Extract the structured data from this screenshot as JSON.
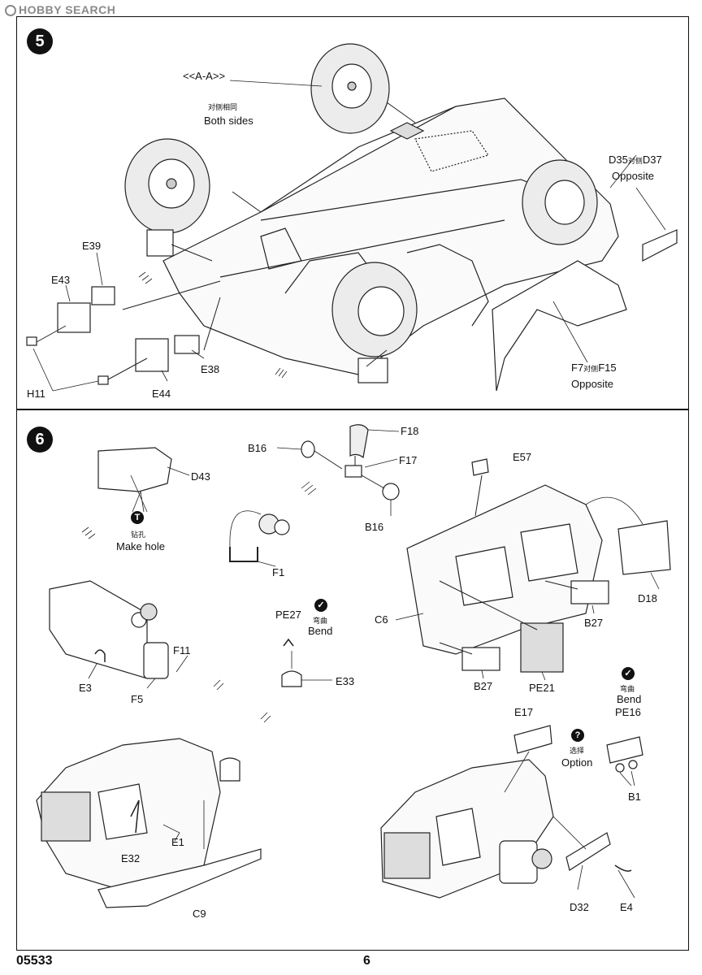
{
  "watermark": "HOBBY SEARCH",
  "footer": {
    "code": "05533",
    "page": "6"
  },
  "step5": {
    "number": "5",
    "section_label": "<<A-A>>",
    "both_sides_cn": "对侧相同",
    "both_sides_en": "Both sides",
    "d35_code": "D35",
    "d35_cn": "对侧",
    "d35_code2": "D37",
    "d35_en": "Opposite",
    "f7_code": "F7",
    "f7_cn": "对侧",
    "f7_code2": "F15",
    "f7_en": "Opposite",
    "parts": [
      "E39",
      "E43",
      "E38",
      "E44",
      "H11"
    ]
  },
  "step6": {
    "number": "6",
    "make_hole_cn": "钻孔",
    "make_hole_en": "Make hole",
    "bend1_cn": "弯曲",
    "bend1_en": "Bend",
    "bend2_cn": "弯曲",
    "bend2_en": "Bend",
    "option_cn": "选择",
    "option_en": "Option",
    "parts": [
      "D43",
      "B16",
      "F18",
      "F17",
      "B16",
      "F1",
      "E57",
      "D18",
      "C6",
      "B27",
      "PE27",
      "E33",
      "PE21",
      "B27",
      "F11",
      "E3",
      "F5",
      "E17",
      "PE16",
      "B1",
      "E1",
      "E32",
      "C9",
      "D32",
      "E4"
    ]
  },
  "icons": {
    "drill": "T",
    "bend": "✓",
    "option": "?"
  }
}
